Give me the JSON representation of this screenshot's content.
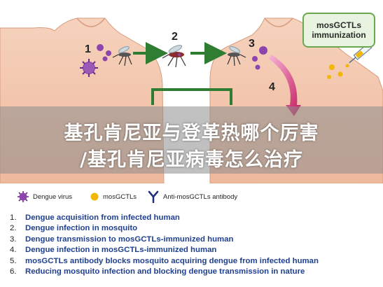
{
  "badge": {
    "line1": "mosGCTLs",
    "line2": "immunization"
  },
  "step_markers": [
    "1",
    "2",
    "3",
    "4"
  ],
  "banner": {
    "line1": "基孔肯尼亚与登革热哪个厉害",
    "line2": "/基孔肯尼亚病毒怎么治疗"
  },
  "legend": [
    {
      "icon": "virus-icon",
      "label": "Dengue virus",
      "color": "#8e44ad"
    },
    {
      "icon": "mosgctls-dot-icon",
      "label": "mosGCTLs",
      "color": "#f2b705"
    },
    {
      "icon": "antibody-icon",
      "label": "Anti-mosGCTLs antibody",
      "color": "#1f2f7a"
    }
  ],
  "steps": [
    {
      "n": "1.",
      "text": "Dengue acquisition from infected human"
    },
    {
      "n": "2.",
      "text": "Dengue infection in mosquito"
    },
    {
      "n": "3.",
      "text": "Dengue transmission to mosGCTLs-immunized human"
    },
    {
      "n": "4.",
      "text": "Dengue infection in mosGCTLs-immunized human"
    },
    {
      "n": "5.",
      "text": "mosGCTLs antibody blocks mosquito acquiring dengue from infected human"
    },
    {
      "n": "6.",
      "text": "Reducing mosquito infection and blocking dengue transmission in nature"
    }
  ]
}
